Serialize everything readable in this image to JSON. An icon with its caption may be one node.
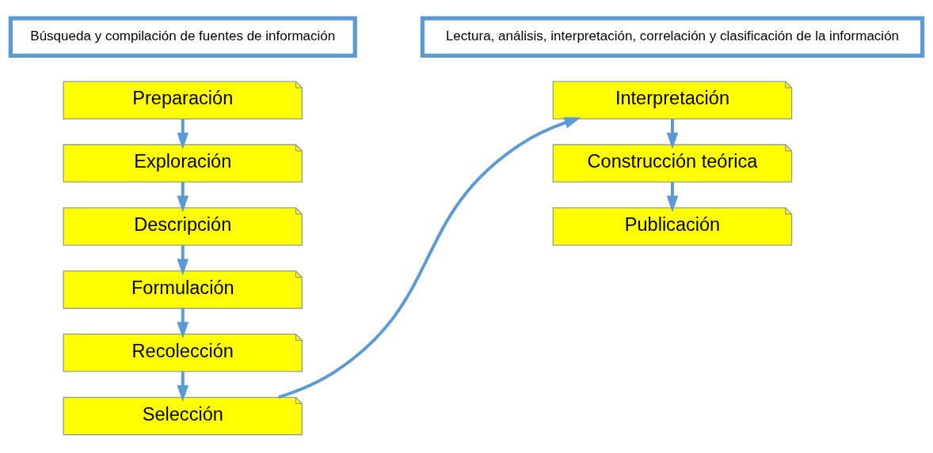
{
  "diagram": {
    "nodes": [
      {
        "text": [
          "Búsqueda y compilación de fuentes de información"
        ]
      },
      {
        "text": [
          "Lectura, análisis, interpretación, correlación y clasificación de la información"
        ]
      },
      {
        "text": [
          "Preparación"
        ]
      },
      {
        "text": [
          "Exploración"
        ]
      },
      {
        "text": [
          "Descripción"
        ]
      },
      {
        "text": [
          "Formulación"
        ]
      },
      {
        "text": [
          "Recolección"
        ]
      },
      {
        "text": [
          "Selección"
        ]
      },
      {
        "text": [
          "Interpretación"
        ]
      },
      {
        "text": [
          "Construcción teórica"
        ]
      },
      {
        "text": [
          "Publicación"
        ]
      }
    ],
    "edges": [
      {
        "from": 2,
        "to": 3,
        "arrow": "to"
      },
      {
        "from": 3,
        "to": 4,
        "arrow": "to"
      },
      {
        "from": 4,
        "to": 5,
        "arrow": "to"
      },
      {
        "from": 5,
        "to": 6,
        "arrow": "to"
      },
      {
        "from": 6,
        "to": 7,
        "arrow": "to"
      },
      {
        "from": 7,
        "to": 8,
        "arrow": "to"
      },
      {
        "from": 8,
        "to": 9,
        "arrow": "to"
      },
      {
        "from": 9,
        "to": 10,
        "arrow": "to"
      }
    ]
  }
}
